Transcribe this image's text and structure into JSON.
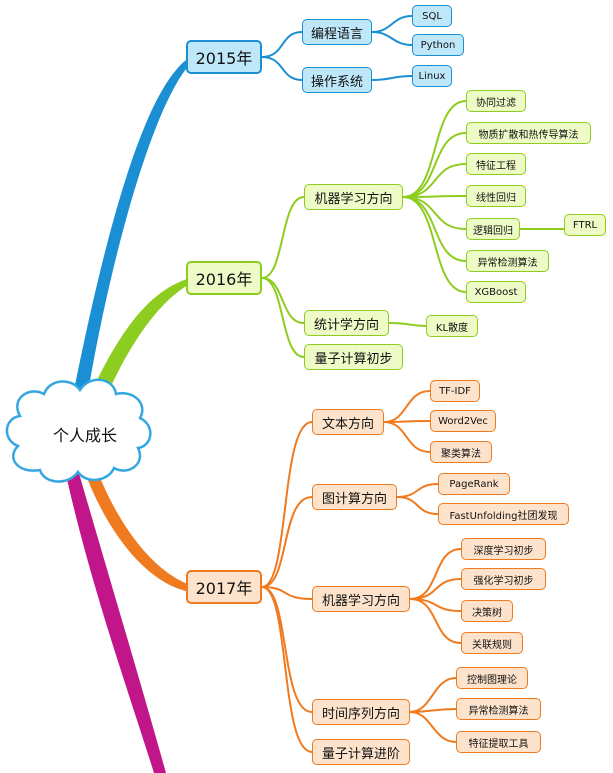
{
  "root": {
    "label": "个人成长"
  },
  "colors": {
    "y2015": "#1a8fd4",
    "y2016": "#8dcd1f",
    "y2017": "#f07a1f",
    "y2018": "#c0168a",
    "cloud": "#35a7e0"
  },
  "years": [
    {
      "label": "2015年"
    },
    {
      "label": "2016年"
    },
    {
      "label": "2017年"
    }
  ],
  "y2015": {
    "lang": {
      "label": "编程语言",
      "children": [
        "SQL",
        "Python"
      ]
    },
    "os": {
      "label": "操作系统",
      "children": [
        "Linux"
      ]
    }
  },
  "y2016": {
    "ml": {
      "label": "机器学习方向",
      "children": [
        "协同过滤",
        "物质扩散和热传导算法",
        "特征工程",
        "线性回归",
        "逻辑回归",
        "异常检测算法",
        "XGBoost"
      ],
      "lr_child": "FTRL"
    },
    "stat": {
      "label": "统计学方向",
      "children": [
        "KL散度"
      ]
    },
    "quantum": {
      "label": "量子计算初步"
    }
  },
  "y2017": {
    "text": {
      "label": "文本方向",
      "children": [
        "TF-IDF",
        "Word2Vec",
        "聚类算法"
      ]
    },
    "graph": {
      "label": "图计算方向",
      "children": [
        "PageRank",
        "FastUnfolding社团发现"
      ]
    },
    "ml": {
      "label": "机器学习方向",
      "children": [
        "深度学习初步",
        "强化学习初步",
        "决策树",
        "关联规则"
      ]
    },
    "ts": {
      "label": "时间序列方向",
      "children": [
        "控制图理论",
        "异常检测算法",
        "特征提取工具"
      ]
    },
    "quantum": {
      "label": "量子计算进阶"
    }
  }
}
